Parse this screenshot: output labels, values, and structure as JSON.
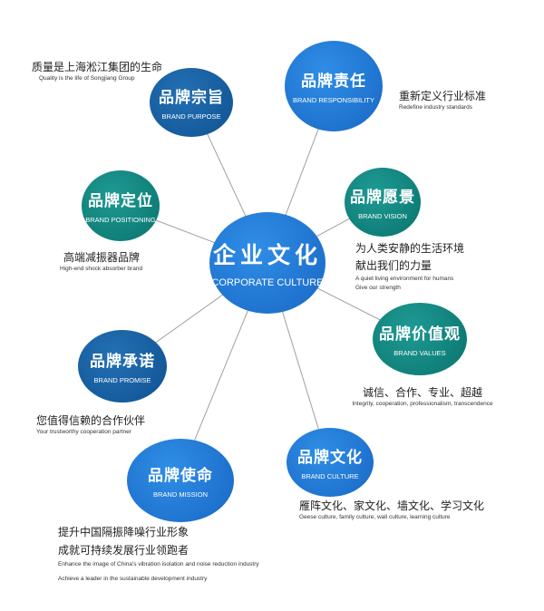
{
  "center": {
    "cn": "企业文化",
    "en": "CORPORATE CULTURE"
  },
  "nodes": {
    "purpose": {
      "cn": "品牌宗旨",
      "en": "BRAND PURPOSE",
      "desc_cn": [
        "质量是上海淞江集团的生命"
      ],
      "desc_en": [
        "Quality is the life of Songjiang Group"
      ]
    },
    "responsibility": {
      "cn": "品牌责任",
      "en": "BRAND RESPONSIBILITY",
      "desc_cn": [
        "重新定义行业标准"
      ],
      "desc_en": [
        "Redefine industry standards"
      ]
    },
    "positioning": {
      "cn": "品牌定位",
      "en": "BRAND POSITIONING",
      "desc_cn": [
        "高端减振器品牌"
      ],
      "desc_en": [
        "High-end shock absorber brand"
      ]
    },
    "vision": {
      "cn": "品牌愿景",
      "en": "BRAND VISION",
      "desc_cn": [
        "为人类安静的生活环境",
        "献出我们的力量"
      ],
      "desc_en": [
        "A quiet living environment for humans",
        "Give our strength"
      ]
    },
    "values": {
      "cn": "品牌价值观",
      "en": "BRAND VALUES",
      "desc_cn": [
        "诚信、合作、专业、超越"
      ],
      "desc_en": [
        "Integrity, cooperation, professionalism, transcendence"
      ]
    },
    "promise": {
      "cn": "品牌承诺",
      "en": "BRAND PROMISE",
      "desc_cn": [
        "您值得信赖的合作伙伴"
      ],
      "desc_en": [
        "Your trustworthy cooperation partner"
      ]
    },
    "culture": {
      "cn": "品牌文化",
      "en": "BRAND CULTURE",
      "desc_cn": [
        "雁阵文化、家文化、墙文化、学习文化"
      ],
      "desc_en": [
        "Geese culture, family culture, wall culture, learning culture"
      ]
    },
    "mission": {
      "cn": "品牌使命",
      "en": "BRAND MISSION",
      "desc_cn": [
        "提升中国隔振降噪行业形象",
        "成就可持续发展行业领跑者"
      ],
      "desc_en": [
        "Enhance the image of China's vibration isolation and noise reduction industry",
        "Achieve a leader in the sustainable development industry"
      ]
    }
  },
  "colors": {
    "blue": "#1f73cf",
    "teal": "#0f7f78",
    "navy": "#155b9c",
    "link": "#9a9a9a"
  }
}
